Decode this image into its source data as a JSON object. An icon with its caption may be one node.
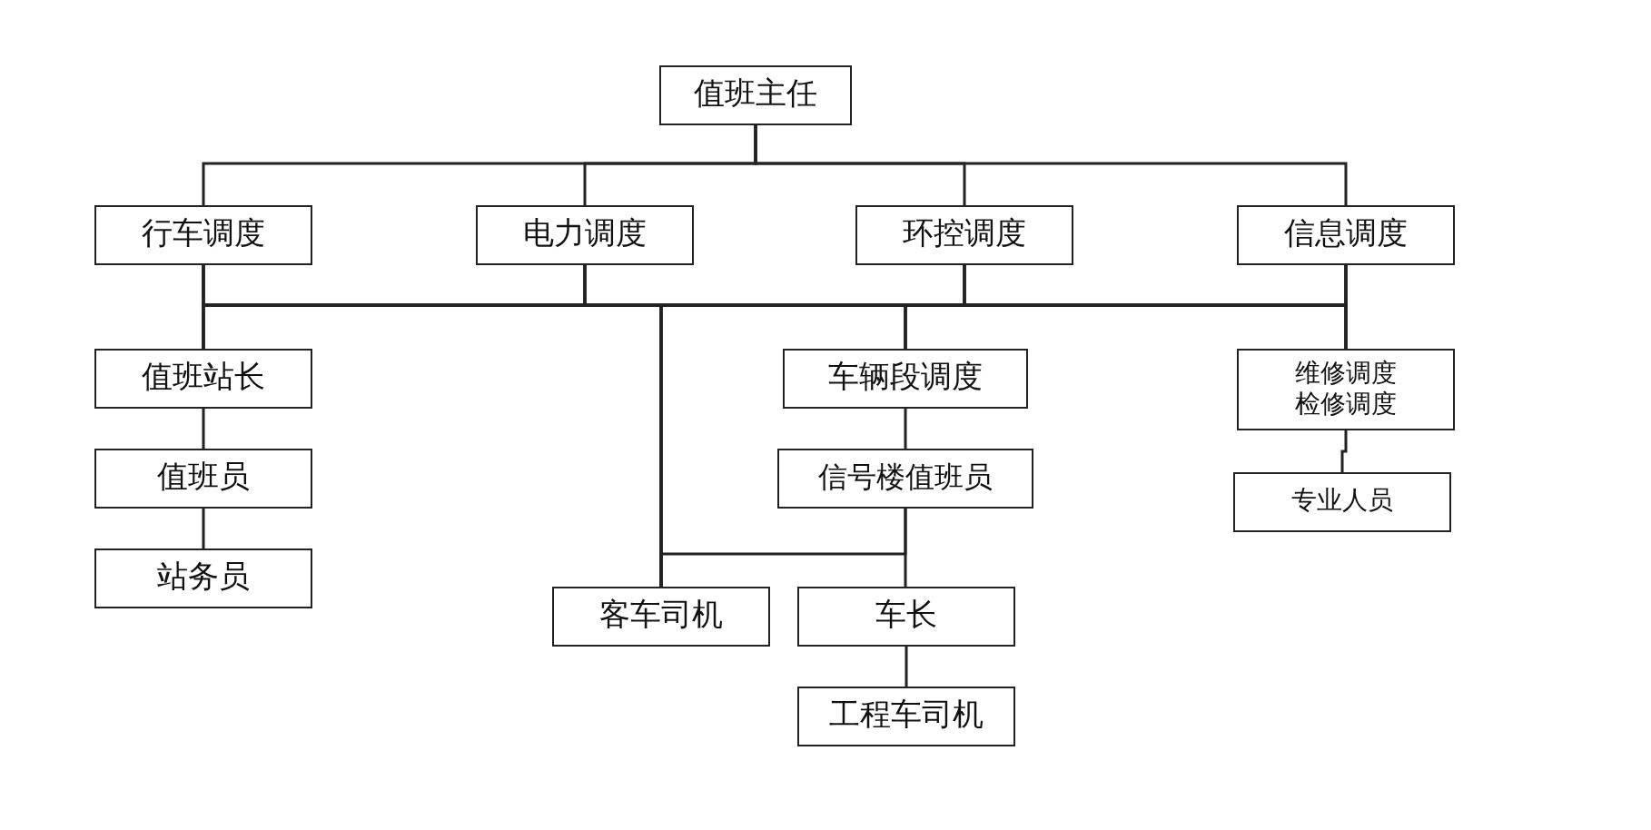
{
  "diagram": {
    "nodes": [
      {
        "text": [
          "值班主任"
        ]
      },
      {
        "text": [
          "行车调度"
        ]
      },
      {
        "text": [
          "电力调度"
        ]
      },
      {
        "text": [
          "环控调度"
        ]
      },
      {
        "text": [
          "信息调度"
        ]
      },
      {
        "text": [
          "值班站长"
        ]
      },
      {
        "text": [
          "车辆段调度"
        ]
      },
      {
        "text": [
          "维修调度",
          "检修调度"
        ]
      },
      {
        "text": [
          "值班员"
        ]
      },
      {
        "text": [
          "信号楼值班员"
        ]
      },
      {
        "text": [
          "专业人员"
        ]
      },
      {
        "text": [
          "站务员"
        ]
      },
      {
        "text": [
          "客车司机"
        ]
      },
      {
        "text": [
          "车长"
        ]
      },
      {
        "text": [
          "工程车司机"
        ]
      }
    ],
    "edges": [
      {
        "from": 0,
        "to": 1,
        "arrow": "none"
      },
      {
        "from": 0,
        "to": 2,
        "arrow": "none"
      },
      {
        "from": 0,
        "to": 3,
        "arrow": "none"
      },
      {
        "from": 0,
        "to": 4,
        "arrow": "none"
      },
      {
        "from": 1,
        "to": 5,
        "arrow": "none"
      },
      {
        "from": 1,
        "to": 12,
        "arrow": "none"
      },
      {
        "from": 1,
        "to": 6,
        "arrow": "none"
      },
      {
        "from": 1,
        "to": 7,
        "arrow": "none"
      },
      {
        "from": 2,
        "to": 5,
        "arrow": "none"
      },
      {
        "from": 2,
        "to": 12,
        "arrow": "none"
      },
      {
        "from": 2,
        "to": 6,
        "arrow": "none"
      },
      {
        "from": 2,
        "to": 7,
        "arrow": "none"
      },
      {
        "from": 3,
        "to": 5,
        "arrow": "none"
      },
      {
        "from": 3,
        "to": 12,
        "arrow": "none"
      },
      {
        "from": 3,
        "to": 6,
        "arrow": "none"
      },
      {
        "from": 3,
        "to": 7,
        "arrow": "none"
      },
      {
        "from": 4,
        "to": 5,
        "arrow": "none"
      },
      {
        "from": 4,
        "to": 12,
        "arrow": "none"
      },
      {
        "from": 4,
        "to": 6,
        "arrow": "none"
      },
      {
        "from": 4,
        "to": 7,
        "arrow": "none"
      },
      {
        "from": 5,
        "to": 8,
        "arrow": "none"
      },
      {
        "from": 8,
        "to": 11,
        "arrow": "none"
      },
      {
        "from": 6,
        "to": 9,
        "arrow": "none"
      },
      {
        "from": 9,
        "to": 12,
        "arrow": "none"
      },
      {
        "from": 9,
        "to": 13,
        "arrow": "none"
      },
      {
        "from": 13,
        "to": 14,
        "arrow": "none"
      },
      {
        "from": 7,
        "to": 10,
        "arrow": "none"
      }
    ]
  }
}
